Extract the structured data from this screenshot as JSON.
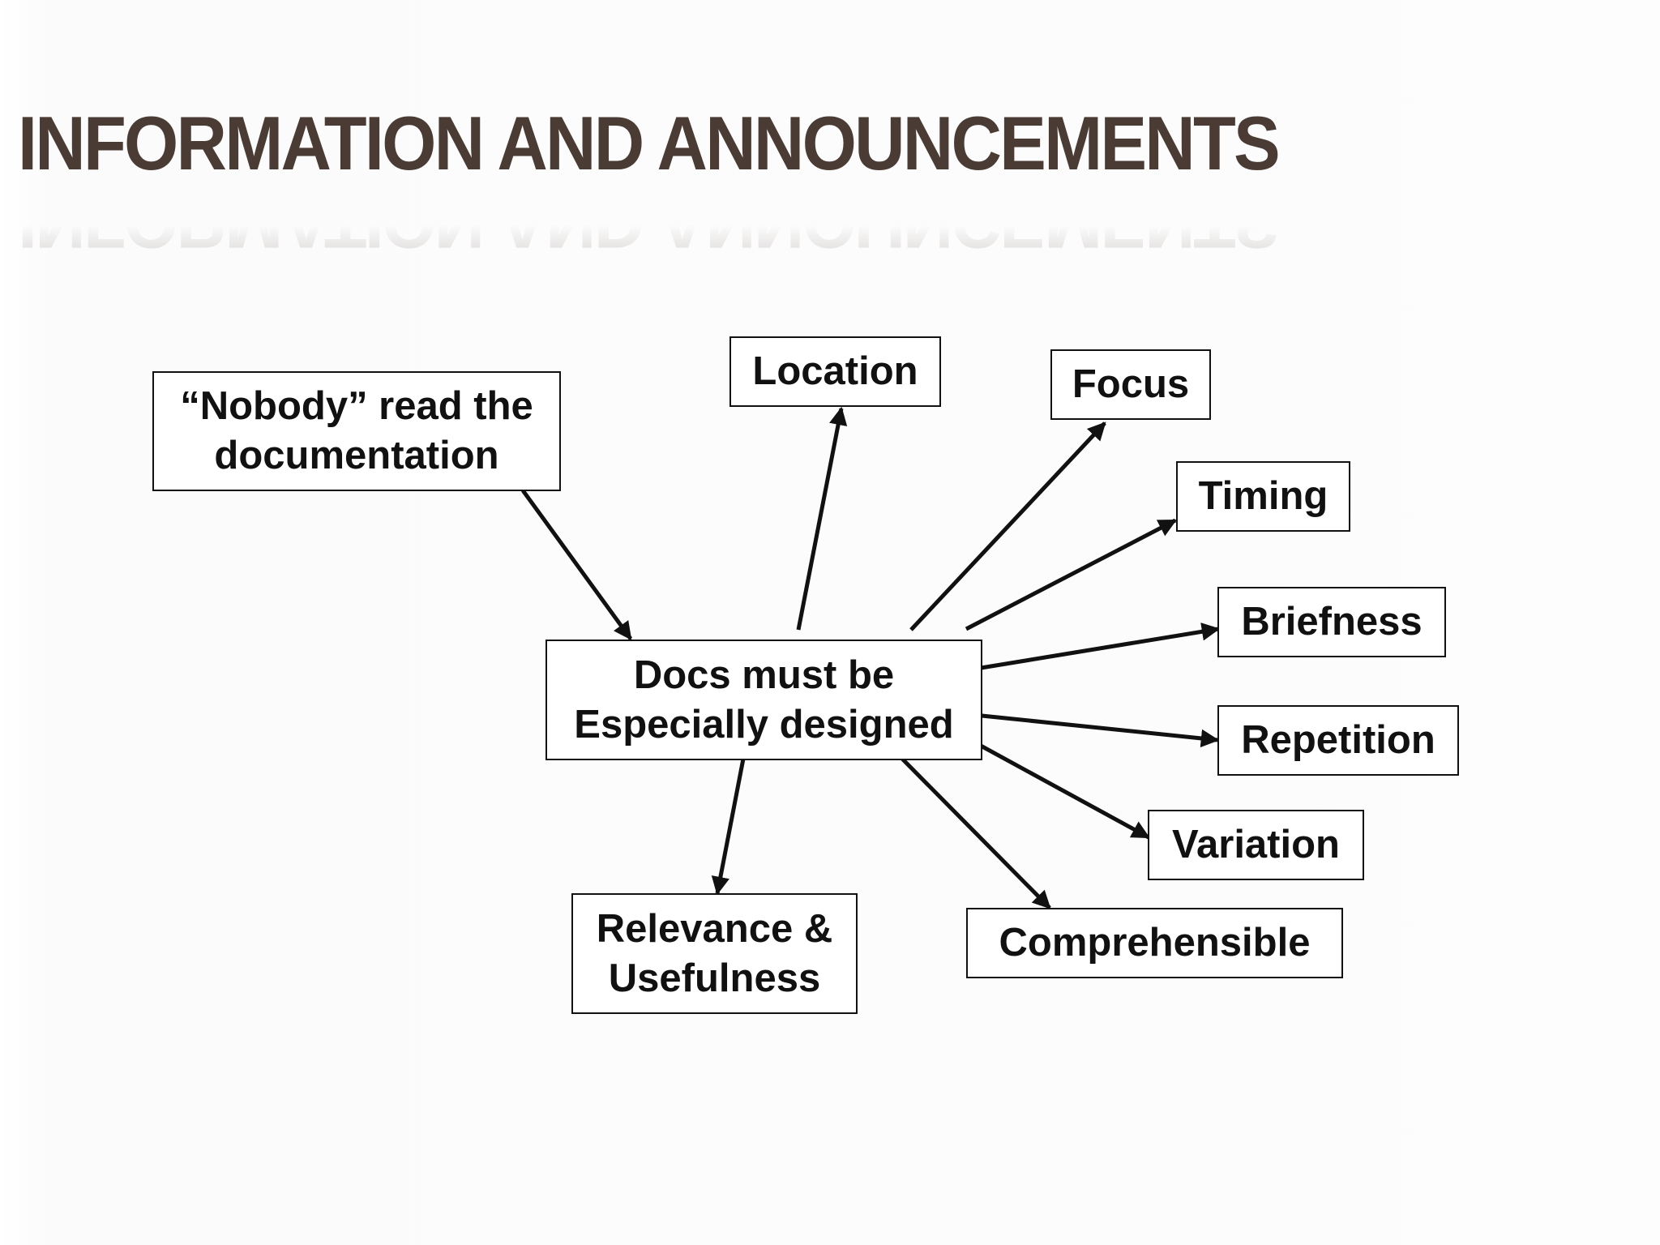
{
  "slide": {
    "title": "INFORMATION AND ANNOUNCEMENTS"
  },
  "diagram": {
    "center": {
      "line1": "Docs must be",
      "line2": "Especially designed"
    },
    "source": {
      "line1": "“Nobody” read the",
      "line2": "documentation"
    },
    "targets": {
      "location": "Location",
      "focus": "Focus",
      "timing": "Timing",
      "briefness": "Briefness",
      "repetition": "Repetition",
      "variation": "Variation",
      "comprehensible": "Comprehensible",
      "relevance_line1": "Relevance &",
      "relevance_line2": "Usefulness"
    },
    "colors": {
      "title": "#4a3c34",
      "box_border": "#111111",
      "arrow": "#111111"
    }
  }
}
